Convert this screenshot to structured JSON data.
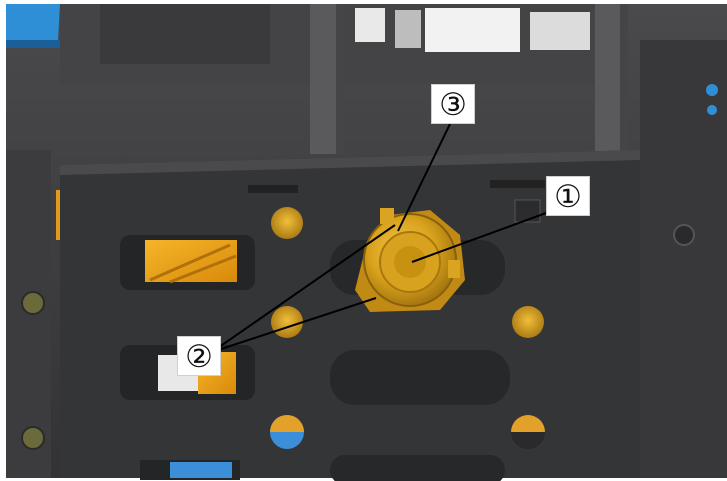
{
  "image": {
    "frame_color": "#ffffff",
    "housing_color": "#3c3c3d",
    "panel_color": "#2f3032",
    "part_color": "#d9a520",
    "accent_blue": "#2f8fd6"
  },
  "callouts": {
    "one": "①",
    "two": "②",
    "three": "③"
  },
  "leader_color": "#000000"
}
